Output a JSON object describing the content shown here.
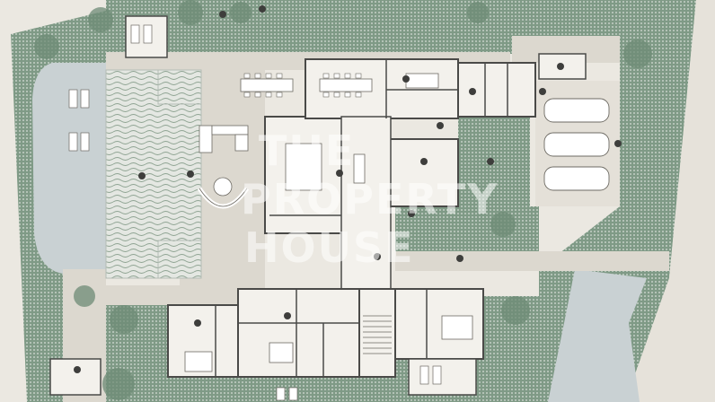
{
  "watermark": {
    "line1": "THE",
    "line2": "PROPERTY",
    "line3": "HOUSE"
  },
  "colors": {
    "ground": "#ebe8e1",
    "lawn": "#7f9a86",
    "lawn_dots": "#d9dfd8",
    "tree": "#6e8b75",
    "water": "#c9d1d3",
    "pool_wave": "#8fa493",
    "walls": "#4a4a48",
    "paving": "#dcd8cf",
    "interior": "#f3f1ec",
    "tag": "#3e3e3c"
  },
  "icons": [
    "car-icon",
    "bed-icon",
    "dining-table-icon",
    "sofa-icon",
    "lounger-icon",
    "tree-icon",
    "room-tag-icon",
    "stair-icon"
  ]
}
